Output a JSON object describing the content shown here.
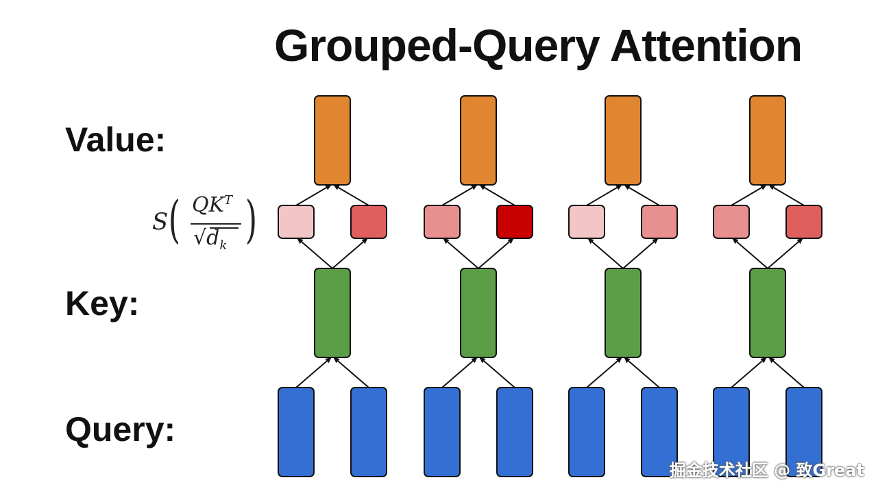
{
  "title": "Grouped-Query Attention",
  "row_labels": {
    "value": "Value:",
    "key": "Key:",
    "query": "Query:"
  },
  "formula": {
    "function": "S",
    "numerator": "QK",
    "numerator_sup": "T",
    "denominator": "√d",
    "denominator_sub": "k"
  },
  "colors": {
    "value": "#e08530",
    "key": "#5b9e47",
    "query": "#3470d4",
    "border": "#111111"
  },
  "groups": [
    {
      "score_colors": [
        "#f2c6c6",
        "#df5f5f"
      ]
    },
    {
      "score_colors": [
        "#e89090",
        "#c80000"
      ]
    },
    {
      "score_colors": [
        "#f2c6c6",
        "#e89090"
      ]
    },
    {
      "score_colors": [
        "#e89090",
        "#df5f5f"
      ]
    }
  ],
  "watermark": "掘金技术社区 @ 致Great"
}
